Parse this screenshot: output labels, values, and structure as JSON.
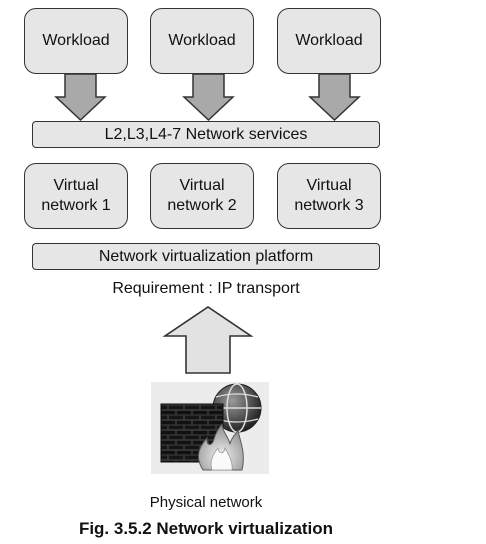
{
  "workloads": [
    "Workload",
    "Workload",
    "Workload"
  ],
  "network_services": "L2,L3,L4-7 Network services",
  "virtual_networks": [
    "Virtual\nnetwork 1",
    "Virtual\nnetwork 2",
    "Virtual\nnetwork 3"
  ],
  "platform": "Network virtualization platform",
  "requirement": "Requirement : IP transport",
  "physical_network": "Physical network",
  "caption": "Fig. 3.5.2 Network virtualization"
}
